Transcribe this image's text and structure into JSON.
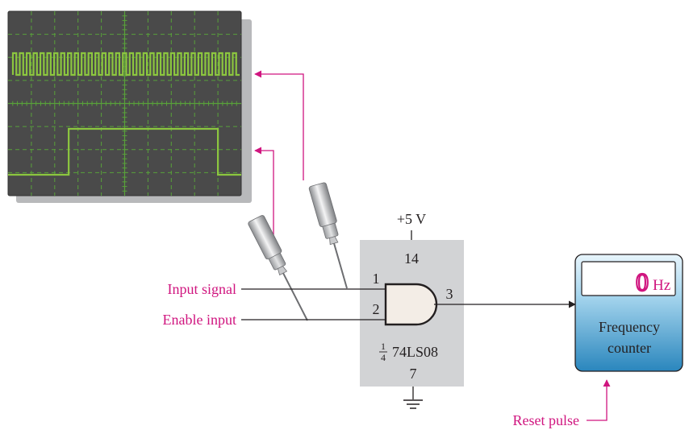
{
  "colors": {
    "signal_label": "#d0157f",
    "wire": "#231f20",
    "scope_screen": "#4a4a4a",
    "scope_shadow": "#b8b9bb",
    "trace": "#8cc63f",
    "grid": "#58a13a",
    "ic_body": "#d2d3d5",
    "gate_fill": "#f3ede6",
    "counter_top": "#e5f3fb",
    "counter_bottom": "#2b8bc1",
    "counter_digit": "#d0157f"
  },
  "labels": {
    "input_signal": "Input signal",
    "enable_input": "Enable input",
    "reset_pulse": "Reset pulse"
  },
  "ic": {
    "supply": "+5 V",
    "pin_vcc": "14",
    "pin_gnd": "7",
    "pin_1": "1",
    "pin_2": "2",
    "pin_3": "3",
    "fraction_num": "1",
    "fraction_den": "4",
    "part_number": "74LS08"
  },
  "counter": {
    "digit": "0",
    "unit": "Hz",
    "line1": "Frequency",
    "line2": "counter"
  },
  "scope": {
    "top_trace_cycles": 33,
    "enable_pulse_start_fraction": 0.26,
    "enable_pulse_end_fraction": 0.9
  },
  "icons": {
    "probe_a": "probe-icon",
    "probe_b": "probe-icon",
    "ground": "ground-symbol-icon",
    "and_gate": "and-gate-icon"
  }
}
